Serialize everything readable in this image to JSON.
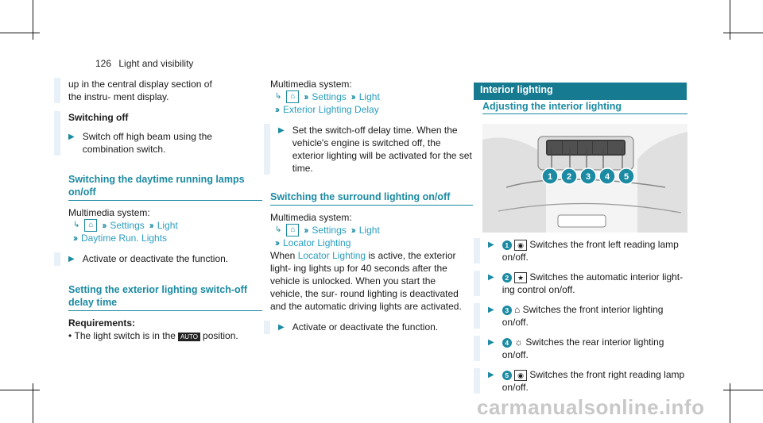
{
  "header": {
    "page": "126",
    "title": "Light and visibility"
  },
  "col1": {
    "p1": "up in the central display section of the instru- ment display.",
    "h1": "Switching off",
    "step1": "Switch off high beam using the combination switch.",
    "sec1": "Switching the daytime running lamps on/off",
    "mm1": "Multimedia system:",
    "settings": "Settings",
    "light": "Light",
    "daytime": "Daytime Run. Lights",
    "step2": "Activate or deactivate the function.",
    "sec2": "Setting the exterior lighting switch-off delay time",
    "req": "Requirements:",
    "bullet_pre": "The light switch is in the",
    "auto": "AUTO",
    "bullet_post": "position."
  },
  "col2": {
    "mm": "Multimedia system:",
    "settings": "Settings",
    "light": "Light",
    "delay": "Exterior Lighting Delay",
    "step1": "Set the switch-off delay time. When the vehicle's engine is switched off, the exterior lighting will be activated for the set time.",
    "sec": "Switching the surround lighting on/off",
    "mm2": "Multimedia system:",
    "settings2": "Settings",
    "light2": "Light",
    "locator": "Locator Lighting",
    "when_pre": "When",
    "locator2": "Locator Lighting",
    "when_post": "is active, the exterior light- ing lights up for 40 seconds after the vehicle is unlocked. When you start the vehicle, the sur- round lighting is deactivated and the automatic driving lights are activated.",
    "step2": "Activate or deactivate the function."
  },
  "col3": {
    "banner": "Interior lighting",
    "sec": "Adjusting the interior lighting",
    "items": [
      {
        "num": "1",
        "text": "Switches the front left reading lamp on/off."
      },
      {
        "num": "2",
        "text": "Switches the automatic interior light- ing control on/off."
      },
      {
        "num": "3",
        "text": "Switches the front interior lighting on/off."
      },
      {
        "num": "4",
        "text": "Switches the rear interior lighting on/off."
      },
      {
        "num": "5",
        "text": "Switches the front right reading lamp on/off."
      }
    ],
    "callouts": [
      "1",
      "2",
      "3",
      "4",
      "5"
    ]
  },
  "footer": {
    "watermark": "carmanualsonline.info"
  },
  "colors": {
    "accent": "#1b8aa2",
    "banner": "#167a90",
    "bar": "#e8f1f7"
  }
}
